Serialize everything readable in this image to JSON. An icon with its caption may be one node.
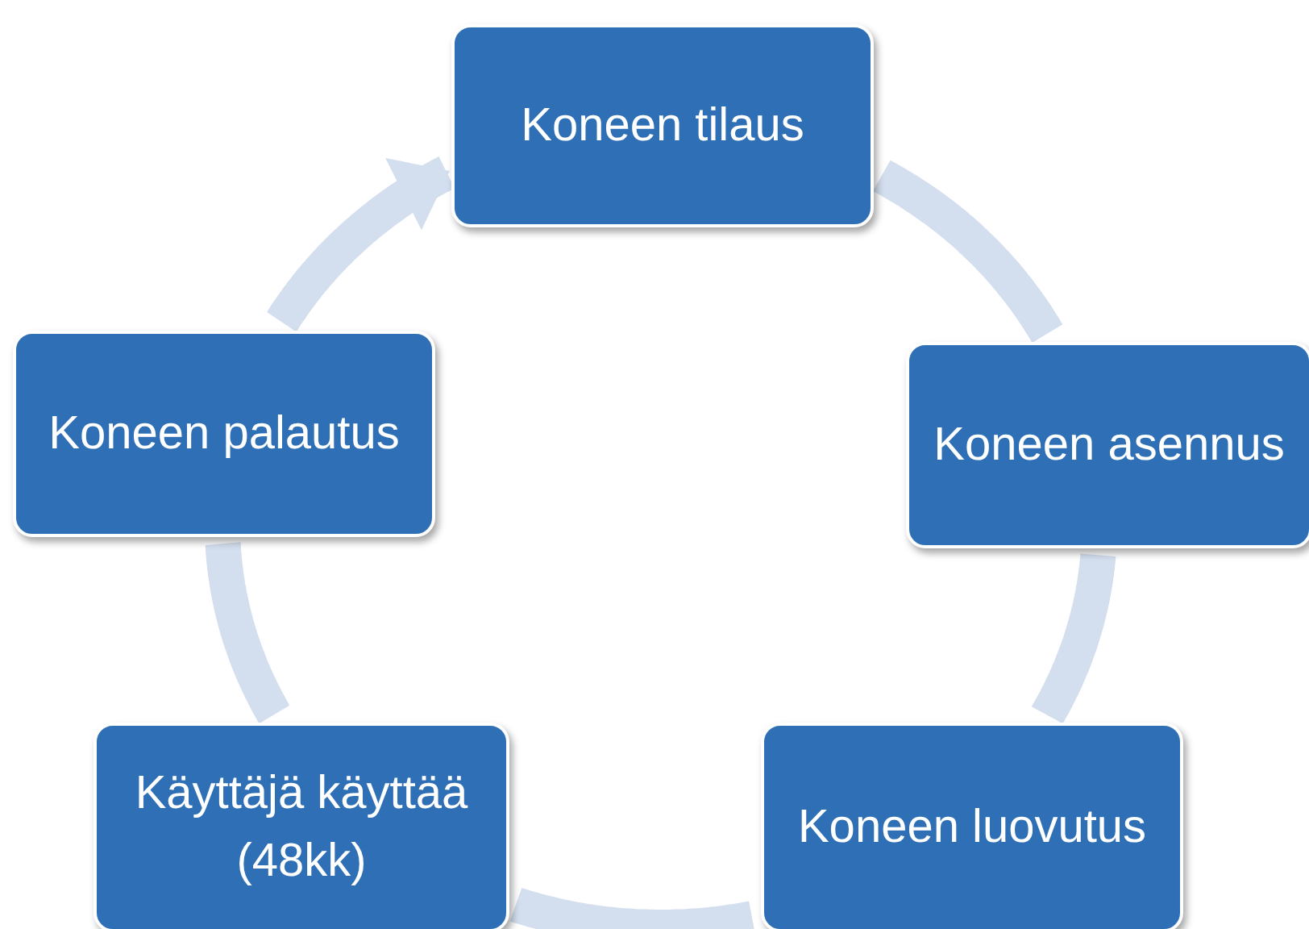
{
  "diagram": {
    "nodes": [
      {
        "text": [
          "Koneen tilaus"
        ]
      },
      {
        "text": [
          "Koneen asennus"
        ]
      },
      {
        "text": [
          "Koneen luovutus"
        ]
      },
      {
        "text": [
          "Käyttäjä käyttää (48kk)"
        ]
      },
      {
        "text": [
          "Koneen palautus"
        ]
      }
    ],
    "edges": [
      {
        "from": 0,
        "to": 1,
        "arrow": "none"
      },
      {
        "from": 1,
        "to": 2,
        "arrow": "none"
      },
      {
        "from": 2,
        "to": 3,
        "arrow": "none"
      },
      {
        "from": 3,
        "to": 4,
        "arrow": "none"
      },
      {
        "from": 4,
        "to": 0,
        "arrow": "to"
      }
    ]
  }
}
